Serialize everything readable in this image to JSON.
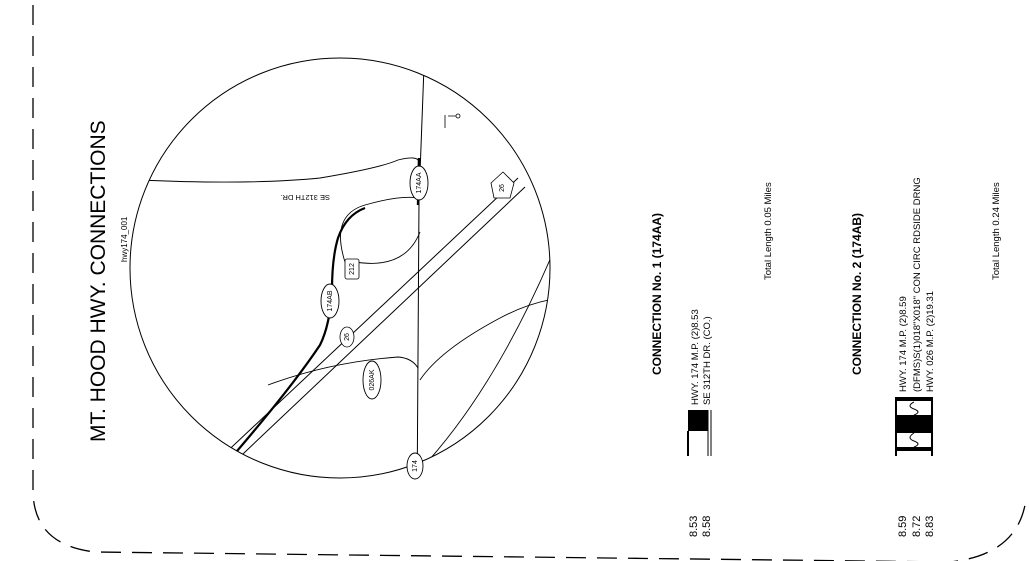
{
  "title": "MT. HOOD HWY. CONNECTIONS",
  "drawing_id": "hwy174_001",
  "map": {
    "road_label": "SE 312TH DR.",
    "shields": {
      "c174aa": "174AA",
      "c174ab": "174AB",
      "c212": "212",
      "c26a": "26",
      "c26b": "26",
      "c026ak": "026AK",
      "c174": "174"
    }
  },
  "connection1": {
    "heading": "CONNECTION No. 1 (174AA)",
    "lines": [
      "HWY. 174 M.P. (2)8.53",
      "SE 312TH DR. (CO.)"
    ],
    "total": "Total Length 0.05 Miles",
    "mileposts": [
      "8.53",
      "8.58"
    ]
  },
  "connection2": {
    "heading": "CONNECTION No. 2 (174AB)",
    "lines": [
      "HWY. 174 M.P. (2)8.59",
      "(DFMS)S(1)018\"X018\" CON CIRC RDSIDE DRNG",
      "HWY. 026 M.P. (2)19.31"
    ],
    "total": "Total Length 0.24 Miles",
    "mileposts": [
      "8.59",
      "8.72",
      "8.83"
    ]
  }
}
